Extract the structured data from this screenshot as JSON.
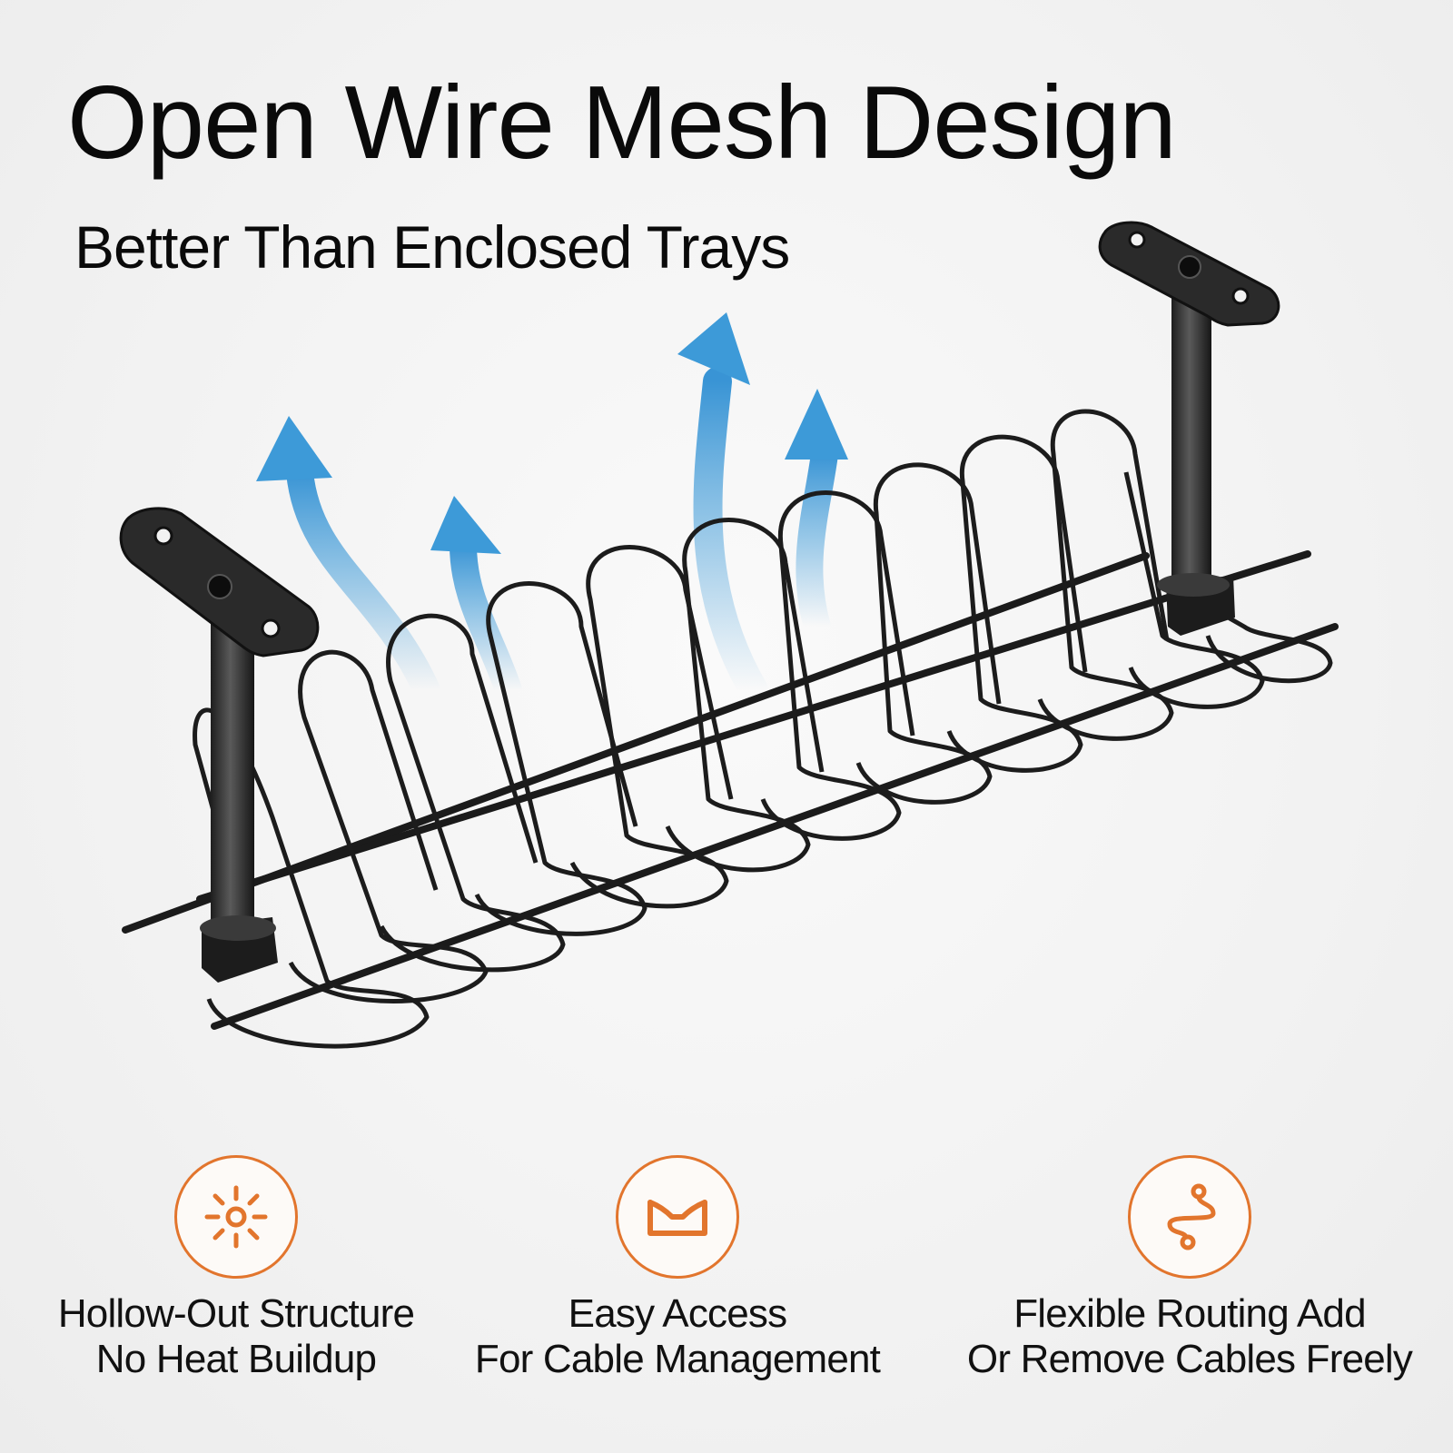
{
  "headline": "Open Wire Mesh Design",
  "subheadline": "Better Than Enclosed Trays",
  "accent_color": "#e2752d",
  "airflow_color": "#3d9ad8",
  "features": [
    {
      "icon": "sun-heat-icon",
      "line1": "Hollow-Out Structure",
      "line2": "No Heat Buildup"
    },
    {
      "icon": "open-tray-icon",
      "line1": "Easy Access",
      "line2": "For Cable Management"
    },
    {
      "icon": "routing-path-icon",
      "line1": "Flexible Routing Add",
      "line2": "Or Remove Cables Freely"
    }
  ]
}
